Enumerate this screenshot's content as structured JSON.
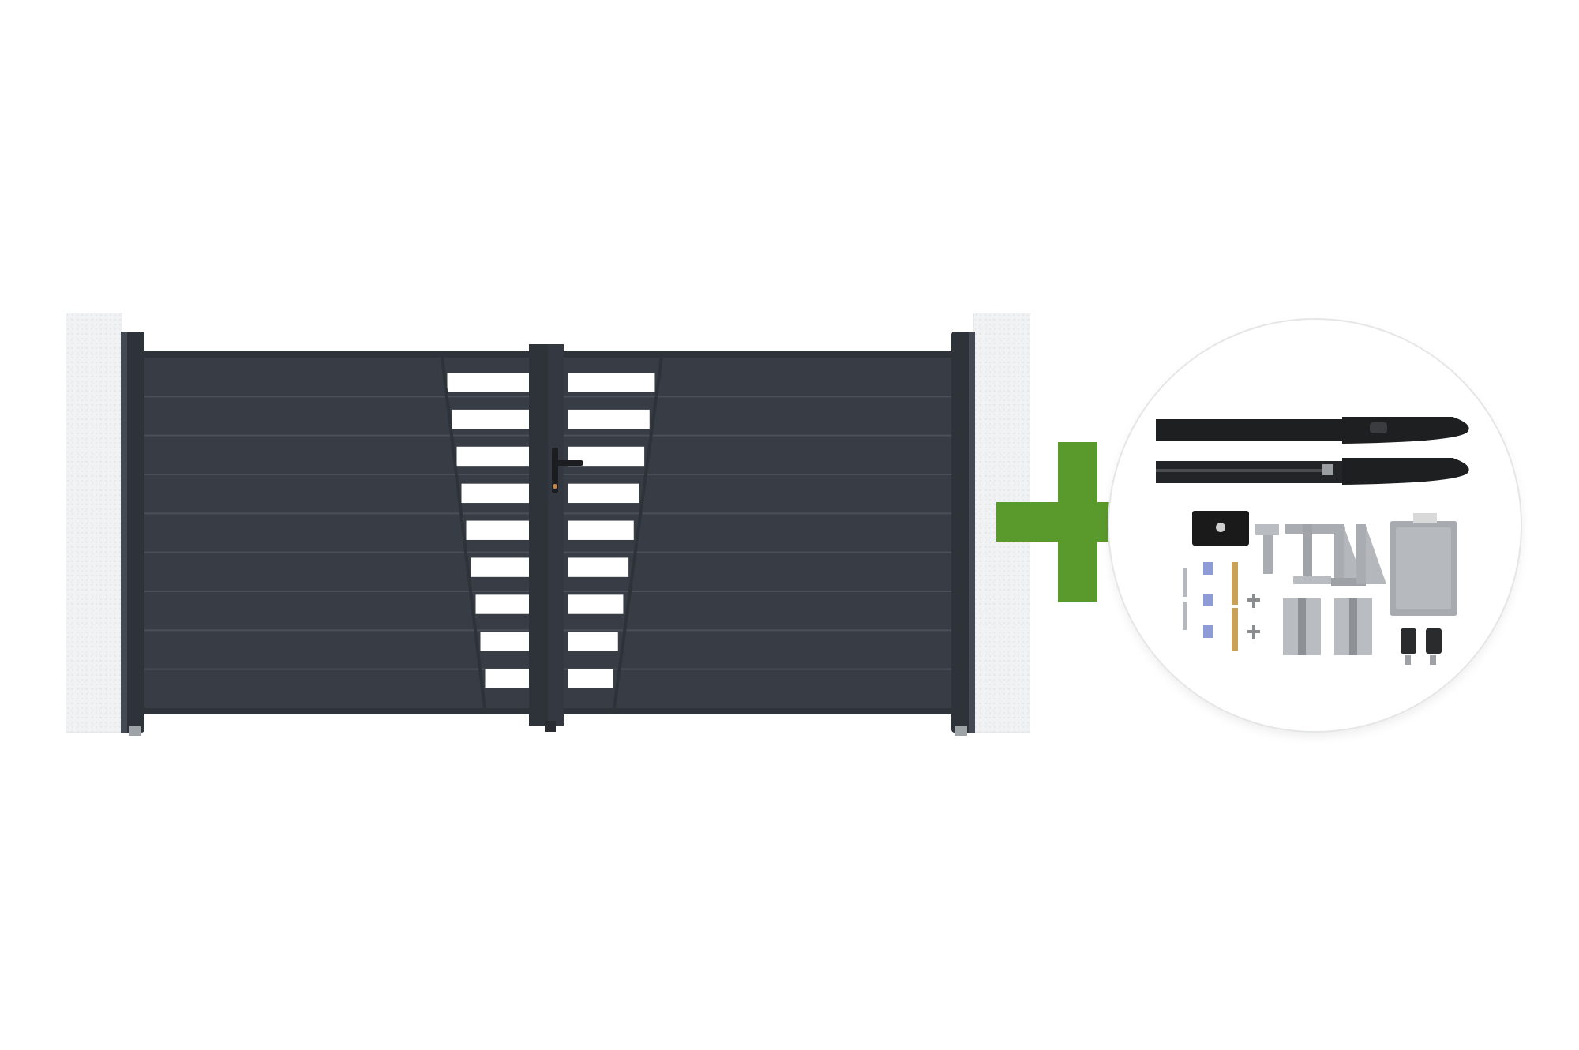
{
  "scene": {
    "background": "#ffffff"
  },
  "gate": {
    "style": "double swing aluminium gate with horizontal slats and central trapezoid openings",
    "panel_color": "#383d45",
    "frame_color": "#2e3239",
    "slat_line_color": "#4a5059",
    "leaves": 2,
    "slats_per_leaf": 9,
    "openings_per_leaf": 9,
    "opening_color": "#ffffff",
    "handle_icon": "handle-lock-icon"
  },
  "pillars": {
    "color": "#f1f2f3",
    "count": 2
  },
  "plus_sign": {
    "icon": "plus-icon",
    "color": "#5a9a2c"
  },
  "motor_kit": {
    "border_color": "#e4e6e8",
    "items": [
      {
        "icon": "linear-actuator-icon",
        "count": 2,
        "color": "#1e1f21"
      },
      {
        "icon": "rubber-stop-block-icon",
        "count": 1,
        "color": "#1a1a1a"
      },
      {
        "icon": "mounting-bracket-icon",
        "count": 4,
        "color": "#a9adb2"
      },
      {
        "icon": "control-box-icon",
        "count": 1,
        "color": "#a7abaf"
      },
      {
        "icon": "bolt-and-anchor-icon",
        "count": 6,
        "color": "#c9a257"
      },
      {
        "icon": "hinge-plate-icon",
        "count": 2,
        "color": "#b9bcc0"
      },
      {
        "icon": "remote-control-icon",
        "count": 2,
        "color": "#2a2b2d"
      }
    ]
  }
}
